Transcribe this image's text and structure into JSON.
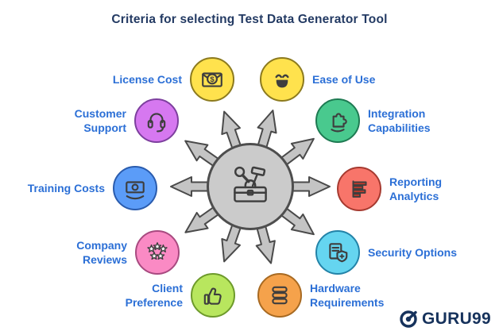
{
  "title": "Criteria for selecting Test Data Generator Tool",
  "center": {
    "icon": "toolbox-icon",
    "fill": "#cbcbcb",
    "border": "#4e4e4e"
  },
  "arrows": {
    "fill": "#c4c4c4",
    "stroke": "#4a4a4a",
    "count": 10
  },
  "label_color": "#2b6fd6",
  "title_color": "#233a63",
  "items": [
    {
      "label": "License Cost",
      "icon": "envelope-dollar-icon",
      "color": "#ffe24d",
      "border": "#8c7a1e"
    },
    {
      "label": "Ease of Use",
      "icon": "smiley-icon",
      "color": "#ffe24d",
      "border": "#8c7a1e"
    },
    {
      "label": "Customer Support",
      "icon": "headset-icon",
      "color": "#d678f0",
      "border": "#7d3f9e"
    },
    {
      "label": "Integration Capabilities",
      "icon": "puzzle-hand-icon",
      "color": "#49c98e",
      "border": "#1e7a52"
    },
    {
      "label": "Training Costs",
      "icon": "banknote-hand-icon",
      "color": "#5b9cf8",
      "border": "#2a5cae"
    },
    {
      "label": "Reporting Analytics",
      "icon": "bar-chart-icon",
      "color": "#f8756a",
      "border": "#a63a30"
    },
    {
      "label": "Company Reviews",
      "icon": "stars-icon",
      "color": "#fa8ac4",
      "border": "#a84a80"
    },
    {
      "label": "Security Options",
      "icon": "shield-plus-icon",
      "color": "#65d5f0",
      "border": "#2383a8"
    },
    {
      "label": "Client Preference",
      "icon": "thumbs-up-icon",
      "color": "#b8e65e",
      "border": "#6d9a2b"
    },
    {
      "label": "Hardware Requirements",
      "icon": "stacked-drawers-icon",
      "color": "#f5a24b",
      "border": "#a86a22"
    }
  ],
  "logo": {
    "text": "GURU99",
    "color": "#16325c"
  }
}
